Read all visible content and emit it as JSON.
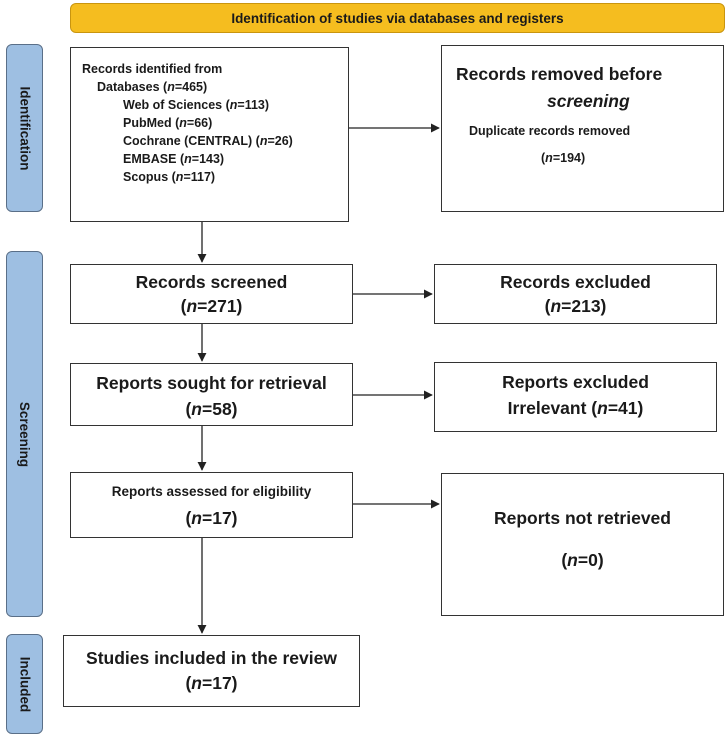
{
  "header": {
    "title": "Identification of studies via databases and registers"
  },
  "phases": {
    "identification": "Identification",
    "screening": "Screening",
    "included": "Included"
  },
  "records_identified": {
    "line1": "Records identified from",
    "databases": {
      "label": "Databases (",
      "n": "n",
      "value": "=465)"
    },
    "sources": [
      {
        "label": "Web of Sciences (",
        "n": "n",
        "value": "=113)"
      },
      {
        "label": "PubMed (",
        "n": "n",
        "value": "=66)"
      },
      {
        "label": "Cochrane (CENTRAL) (",
        "n": "n",
        "value": "=26)"
      },
      {
        "label": "EMBASE (",
        "n": "n",
        "value": "=143)"
      },
      {
        "label": "Scopus (",
        "n": "n",
        "value": "=117)"
      }
    ]
  },
  "records_removed": {
    "title_a": "Records removed",
    "title_b": "before",
    "title_c": "screening",
    "detail": "Duplicate records removed",
    "count_open": "(",
    "n": "n",
    "count_value": "=194)"
  },
  "records_screened": {
    "title": "Records screened",
    "open": "(",
    "n": "n",
    "value": "=271)"
  },
  "records_excluded": {
    "title": "Records excluded",
    "open": "(",
    "n": "n",
    "value": "=213)"
  },
  "reports_sought": {
    "title": "Reports sought for retrieval",
    "open": "(",
    "n": "n",
    "value": "=58)"
  },
  "reports_excluded": {
    "title": "Reports excluded",
    "detail": "Irrelevant (",
    "n": "n",
    "value": "=41)"
  },
  "reports_assessed": {
    "title": "Reports assessed for eligibility",
    "open": "(",
    "n": "n",
    "value": "=17)"
  },
  "reports_not_retrieved": {
    "title": "Reports not retrieved",
    "open": "(",
    "n": "n",
    "value": "=0)"
  },
  "studies_included": {
    "title": "Studies included in the review",
    "open": "(",
    "n": "n",
    "value": "=17)"
  }
}
